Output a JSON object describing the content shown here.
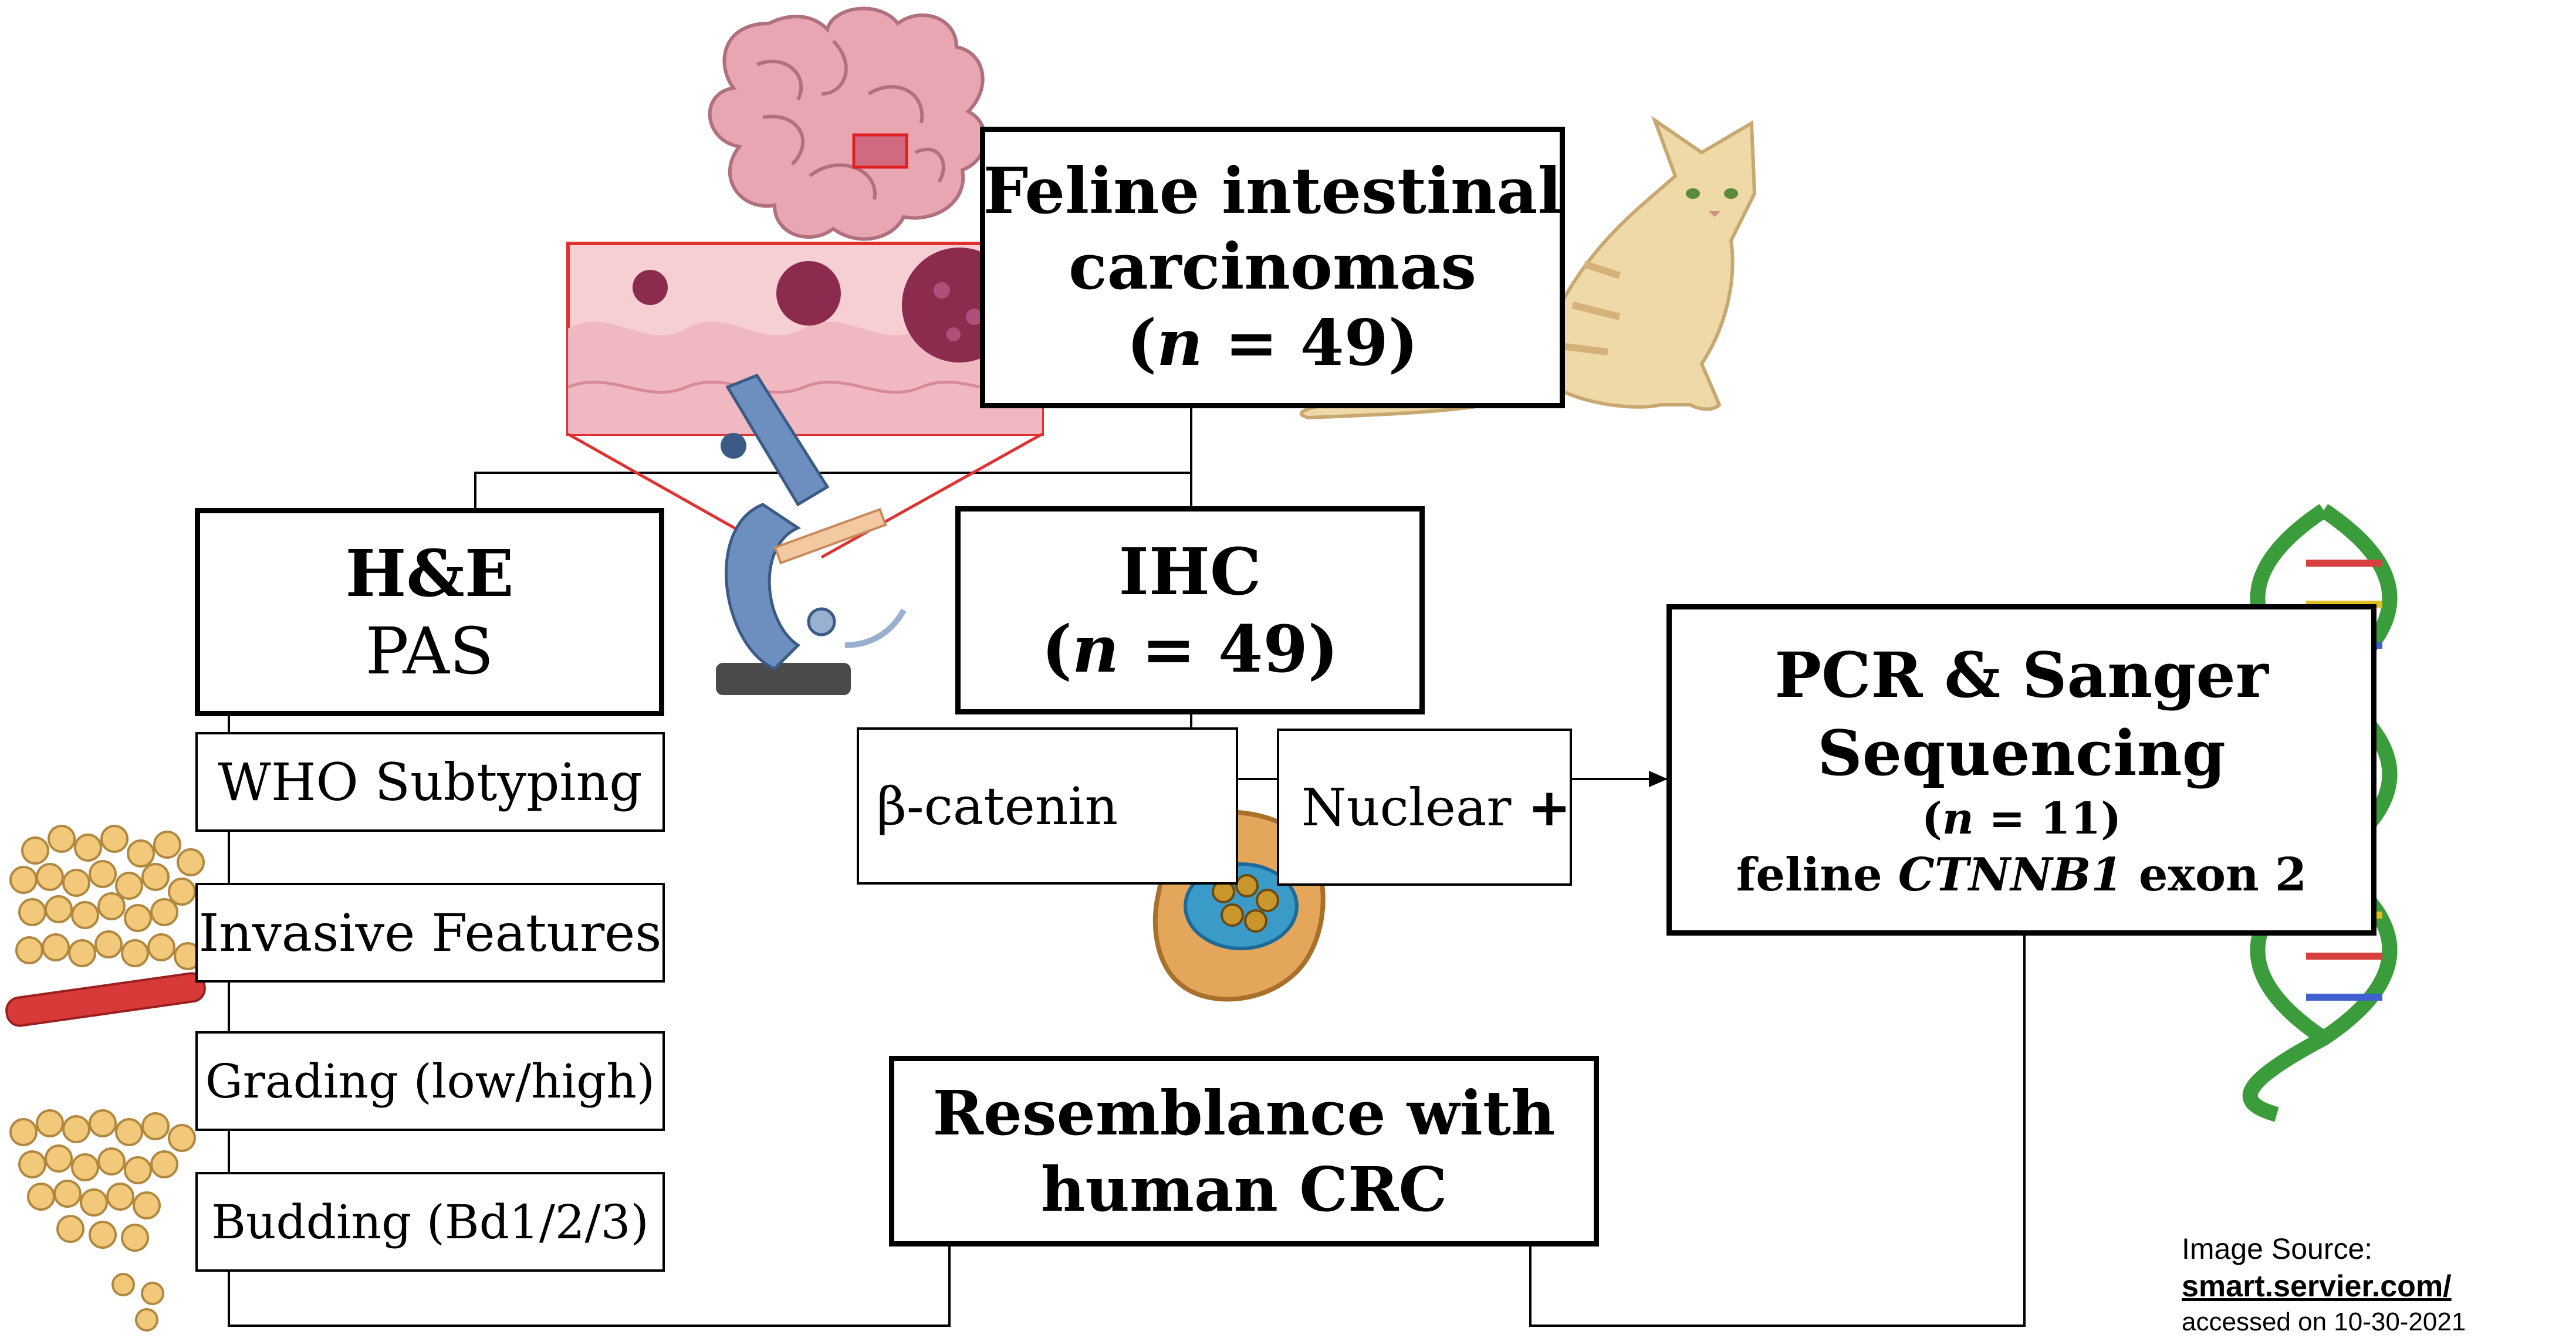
{
  "main_box": {
    "line1": "Feline intestinal",
    "line2": "carcinomas",
    "n_label": "n",
    "n_value": "= 49"
  },
  "he_box": {
    "line1": "H&E",
    "line2": "PAS"
  },
  "ihc_box": {
    "line1": "IHC",
    "n_label": "n",
    "n_value": "= 49"
  },
  "pcr_box": {
    "line1": "PCR & Sanger",
    "line2": "Sequencing",
    "n_label": "n",
    "n_value": "= 11",
    "gene_prefix": "feline",
    "gene": "CTNNB1",
    "gene_suffix": "exon 2"
  },
  "he_items": [
    "WHO Subtyping",
    "Invasive Features",
    "Grading (low/high)",
    "Budding (Bd1/2/3)"
  ],
  "ihc_items": {
    "marker": "β-catenin",
    "result": "Nuclear",
    "result_sign": "+"
  },
  "conclusion_box": {
    "line1": "Resemblance with",
    "line2": "human CRC"
  },
  "credit": {
    "label": "Image Source:",
    "url": "smart.servier.com/",
    "accessed": "accessed on 10-30-2021"
  },
  "colors": {
    "box_border": "#000000",
    "zoom_frame": "#e03030",
    "cat_fur": "#efd9a8",
    "intestine": "#e8a6b2",
    "microscope": "#6d8fbf",
    "tumor": "#8b2c4e",
    "dna_green": "#3a9c3a"
  },
  "icons": [
    "intestine-illustration",
    "cat-illustration",
    "microscope-icon",
    "tumor-cells-illustration",
    "cell-nucleus-icon",
    "pie-stain-icon",
    "dna-helix-icon"
  ]
}
